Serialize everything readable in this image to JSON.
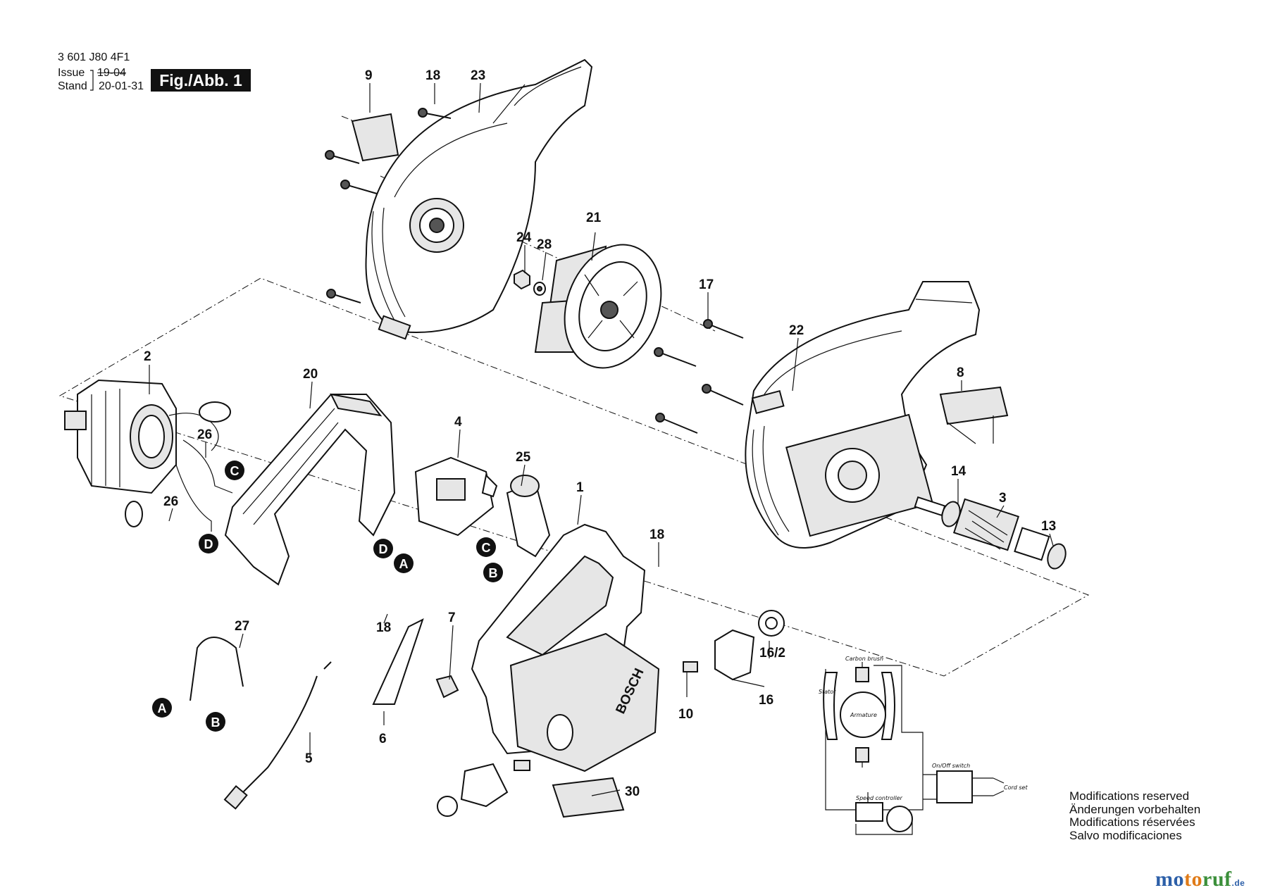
{
  "header": {
    "code": "3 601 J80 4F1",
    "issue_label": "Issue",
    "issue_value": "19-04",
    "stand_label": "Stand",
    "stand_value": "20-01-31",
    "figure_label": "Fig./Abb. 1"
  },
  "parts": [
    {
      "id": "p9",
      "label": "9"
    },
    {
      "id": "p18a",
      "label": "18"
    },
    {
      "id": "p23",
      "label": "23"
    },
    {
      "id": "p24",
      "label": "24"
    },
    {
      "id": "p28",
      "label": "28"
    },
    {
      "id": "p21",
      "label": "21"
    },
    {
      "id": "p17",
      "label": "17"
    },
    {
      "id": "p22",
      "label": "22"
    },
    {
      "id": "p8",
      "label": "8"
    },
    {
      "id": "p2",
      "label": "2"
    },
    {
      "id": "p20",
      "label": "20"
    },
    {
      "id": "p26a",
      "label": "26"
    },
    {
      "id": "p26b",
      "label": "26"
    },
    {
      "id": "p4",
      "label": "4"
    },
    {
      "id": "p25",
      "label": "25"
    },
    {
      "id": "p1",
      "label": "1"
    },
    {
      "id": "p18b",
      "label": "18"
    },
    {
      "id": "p14",
      "label": "14"
    },
    {
      "id": "p3",
      "label": "3"
    },
    {
      "id": "p13",
      "label": "13"
    },
    {
      "id": "p27",
      "label": "27"
    },
    {
      "id": "p18c",
      "label": "18"
    },
    {
      "id": "p7",
      "label": "7"
    },
    {
      "id": "p5",
      "label": "5"
    },
    {
      "id": "p6",
      "label": "6"
    },
    {
      "id": "p10",
      "label": "10"
    },
    {
      "id": "p162",
      "label": "16/2"
    },
    {
      "id": "p16",
      "label": "16"
    },
    {
      "id": "p30",
      "label": "30"
    }
  ],
  "connectors": [
    {
      "id": "cC1",
      "letter": "C"
    },
    {
      "id": "cD1",
      "letter": "D"
    },
    {
      "id": "cD2",
      "letter": "D"
    },
    {
      "id": "cA1",
      "letter": "A"
    },
    {
      "id": "cC2",
      "letter": "C"
    },
    {
      "id": "cB1",
      "letter": "B"
    },
    {
      "id": "cA2",
      "letter": "A"
    },
    {
      "id": "cB2",
      "letter": "B"
    }
  ],
  "product_brand": "BOSCH",
  "schematic": {
    "carbon_brush": "Carbon brush",
    "stator": "Stator",
    "armature": "Armature",
    "onoff_switch": "On/Off switch",
    "cord_set": "Cord set",
    "speed_controller": "Speed controller"
  },
  "modifications": [
    "Modifications reserved",
    "Änderungen vorbehalten",
    "Modifications réservées",
    "Salvo modificaciones"
  ],
  "watermark": {
    "part1": "mo",
    "part2": "to",
    "part3": "ruf",
    "tld": ".de"
  },
  "colors": {
    "ink": "#111111",
    "paper": "#ffffff",
    "brand_blue": "#2c5fa8",
    "brand_orange": "#e07b18",
    "brand_green": "#3b8f3a"
  }
}
